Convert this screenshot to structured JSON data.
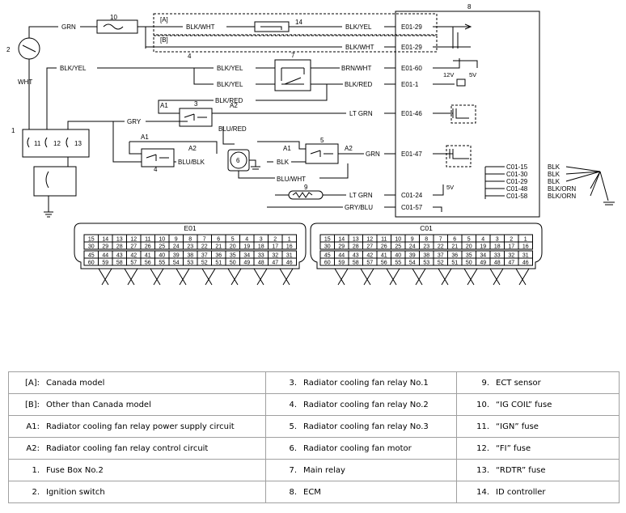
{
  "diagram": {
    "ecm_number": "8",
    "models": {
      "a": "[A]",
      "b": "[B]"
    },
    "component_numbers": {
      "ignition_switch": "2",
      "fuse_box": "1",
      "main_relay_group": "4",
      "fuse_ig_coil": "10",
      "id_controller": "14",
      "main_relay": "7",
      "relay1": "3",
      "relay2": "4",
      "relay3": "5",
      "fan_motor": "6",
      "ect_sensor": "9",
      "fuse_ign": "11",
      "fuse_fi": "12",
      "fuse_rdtr": "13"
    },
    "circuit_labels": {
      "a1_r3": "A1",
      "a2_r3": "A2",
      "a1_r4": "A1",
      "a2_r4": "A2",
      "a1_r5": "A1",
      "a2_r5": "A2"
    },
    "wires": {
      "grn_top": "GRN",
      "wht": "WHT",
      "blk_wht_a": "BLK/WHT",
      "blk_yel_a": "BLK/YEL",
      "blk_wht_b": "BLK/WHT",
      "blk_yel_left": "BLK/YEL",
      "blk_yel_relay": "BLK/YEL",
      "brn_wht": "BRN/WHT",
      "blk_yel_lower": "BLK/YEL",
      "blk_red_right": "BLK/RED",
      "blk_red_mid": "BLK/RED",
      "gry": "GRY",
      "lt_grn_1": "LT GRN",
      "blu_red": "BLU/RED",
      "blu_blk": "BLU/BLK",
      "blk_mid": "BLK",
      "grn_mid": "GRN",
      "blu_wht": "BLU/WHT",
      "lt_grn_2": "LT GRN",
      "gry_blu": "GRY/BLU",
      "v12": "12V",
      "v5": "5V",
      "v5b": "5V"
    },
    "ecm_pins": {
      "p1": "E01-29",
      "p2": "E01-29",
      "p3": "E01-60",
      "p4": "E01-1",
      "p5": "E01-46",
      "p6": "E01-47",
      "p7": "C01-24",
      "p8": "C01-57"
    },
    "ground_pins": [
      {
        "pin": "C01-15",
        "wire": "BLK"
      },
      {
        "pin": "C01-30",
        "wire": "BLK"
      },
      {
        "pin": "C01-29",
        "wire": "BLK"
      },
      {
        "pin": "C01-48",
        "wire": "BLK/ORN"
      },
      {
        "pin": "C01-58",
        "wire": "BLK/ORN"
      }
    ],
    "connectors": [
      {
        "name": "E01",
        "row1": [
          "15",
          "14",
          "13",
          "12",
          "11",
          "10",
          "9",
          "8",
          "7",
          "6",
          "5",
          "4",
          "3",
          "2",
          "1"
        ],
        "row2": [
          "30",
          "29",
          "28",
          "27",
          "26",
          "25",
          "24",
          "23",
          "22",
          "21",
          "20",
          "19",
          "18",
          "17",
          "16"
        ],
        "row3": [
          "45",
          "44",
          "43",
          "42",
          "41",
          "40",
          "39",
          "38",
          "37",
          "36",
          "35",
          "34",
          "33",
          "32",
          "31"
        ],
        "row4": [
          "60",
          "59",
          "58",
          "57",
          "56",
          "55",
          "54",
          "53",
          "52",
          "51",
          "50",
          "49",
          "48",
          "47",
          "46"
        ]
      },
      {
        "name": "C01",
        "row1": [
          "15",
          "14",
          "13",
          "12",
          "11",
          "10",
          "9",
          "8",
          "7",
          "6",
          "5",
          "4",
          "3",
          "2",
          "1"
        ],
        "row2": [
          "30",
          "29",
          "28",
          "27",
          "26",
          "25",
          "24",
          "23",
          "22",
          "21",
          "20",
          "19",
          "18",
          "17",
          "16"
        ],
        "row3": [
          "45",
          "44",
          "43",
          "42",
          "41",
          "40",
          "39",
          "38",
          "37",
          "36",
          "35",
          "34",
          "33",
          "32",
          "31"
        ],
        "row4": [
          "60",
          "59",
          "58",
          "57",
          "56",
          "55",
          "54",
          "53",
          "52",
          "51",
          "50",
          "49",
          "48",
          "47",
          "46"
        ]
      }
    ]
  },
  "legend": {
    "rows": [
      [
        {
          "key": "[A]:",
          "text": "Canada model"
        },
        {
          "key": "3.",
          "text": "Radiator cooling fan relay No.1"
        },
        {
          "key": "9.",
          "text": "ECT sensor"
        }
      ],
      [
        {
          "key": "[B]:",
          "text": "Other than Canada model"
        },
        {
          "key": "4.",
          "text": "Radiator cooling fan relay No.2"
        },
        {
          "key": "10.",
          "text": "“IG COIL” fuse"
        }
      ],
      [
        {
          "key": "A1:",
          "text": "Radiator cooling fan relay power supply circuit"
        },
        {
          "key": "5.",
          "text": "Radiator cooling fan relay No.3"
        },
        {
          "key": "11.",
          "text": "“IGN” fuse"
        }
      ],
      [
        {
          "key": "A2:",
          "text": "Radiator cooling fan relay control circuit"
        },
        {
          "key": "6.",
          "text": "Radiator cooling fan motor"
        },
        {
          "key": "12.",
          "text": "“FI” fuse"
        }
      ],
      [
        {
          "key": "1.",
          "text": "Fuse Box No.2"
        },
        {
          "key": "7.",
          "text": "Main relay"
        },
        {
          "key": "13.",
          "text": "“RDTR” fuse"
        }
      ],
      [
        {
          "key": "2.",
          "text": "Ignition switch"
        },
        {
          "key": "8.",
          "text": "ECM"
        },
        {
          "key": "14.",
          "text": "ID controller"
        }
      ]
    ]
  }
}
